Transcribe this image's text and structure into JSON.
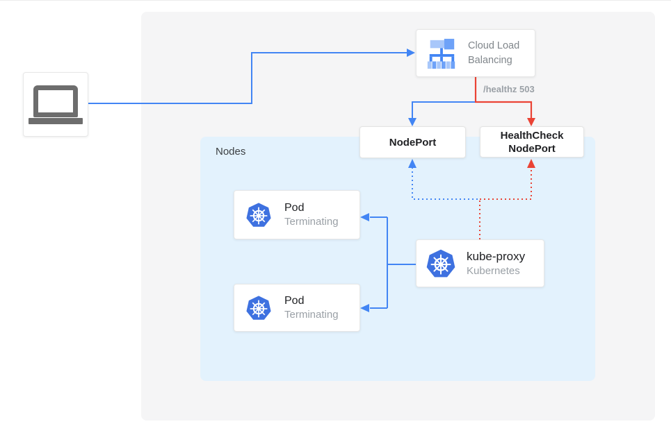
{
  "palette": {
    "blue": "#4285f4",
    "red": "#ea4335",
    "background_panel": "#f5f5f6",
    "nodes_panel": "#e3f2fd",
    "box_border": "#e7e7e7",
    "text_dark": "#202124",
    "text_gray": "#80868b",
    "text_light_gray": "#9aa0a6",
    "laptop_gray": "#6d6d6d",
    "k8s_blue": "#3e71e0",
    "clb_light_blue": "#a8c7fa",
    "clb_medium_blue": "#6ea2f8"
  },
  "nodes_panel": {
    "label": "Nodes"
  },
  "client": {
    "icon": "laptop-icon"
  },
  "cloud_load_balancing": {
    "label": "Cloud Load Balancing",
    "icon": "cloud-load-balancing-icon"
  },
  "edge_label": "/healthz 503",
  "nodeport": {
    "label": "NodePort"
  },
  "healthcheck_nodeport": {
    "label": "HealthCheck NodePort"
  },
  "pods": [
    {
      "title": "Pod",
      "subtitle": "Terminating",
      "icon": "kubernetes-icon"
    },
    {
      "title": "Pod",
      "subtitle": "Terminating",
      "icon": "kubernetes-icon"
    }
  ],
  "kube_proxy": {
    "title": "kube-proxy",
    "subtitle": "Kubernetes",
    "icon": "kubernetes-icon"
  },
  "edges": [
    {
      "from": "client-laptop",
      "to": "cloud-load-balancing",
      "style": "solid",
      "color": "#4285f4"
    },
    {
      "from": "cloud-load-balancing",
      "to": "nodeport",
      "style": "solid",
      "color": "#4285f4"
    },
    {
      "from": "cloud-load-balancing",
      "to": "healthcheck-nodeport",
      "style": "solid",
      "color": "#ea4335",
      "label": "/healthz 503"
    },
    {
      "from": "kube-proxy",
      "to": "nodeport",
      "style": "dotted",
      "color": "#4285f4"
    },
    {
      "from": "kube-proxy",
      "to": "healthcheck-nodeport",
      "style": "dotted",
      "color": "#ea4335"
    },
    {
      "from": "kube-proxy",
      "to": "pod-1",
      "style": "solid",
      "color": "#4285f4"
    },
    {
      "from": "kube-proxy",
      "to": "pod-2",
      "style": "solid",
      "color": "#4285f4"
    }
  ]
}
